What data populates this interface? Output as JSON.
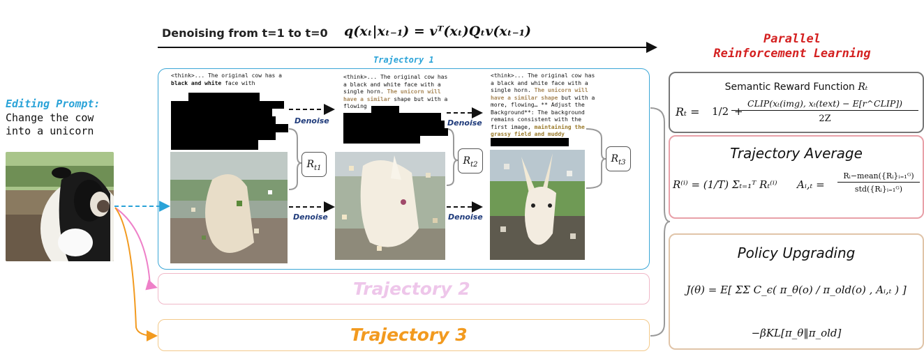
{
  "header": {
    "process_label": "Denoising from t=1 to t=0",
    "transition_formula": "q(xₜ|xₜ₋₁) = vᵀ(xₜ)Qₜv(xₜ₋₁)"
  },
  "prompt": {
    "label": "Editing Prompt:",
    "line1": "Change the cow",
    "line2": "into a unicorn"
  },
  "trajectories": {
    "t1_label": "Trajectory 1",
    "t2_label": "Trajectory 2",
    "t3_label": "Trajectory 3"
  },
  "think_steps": [
    {
      "prefix": "<think>... The original cow has a ",
      "bold": "black and white",
      "suffix": " face with"
    },
    {
      "prefix": "<think>... The original cow has a black and white face with a single horn. ",
      "gold": "The unicorn will have a similar",
      "suffix": " shape but with a",
      "tail": " flowing"
    },
    {
      "prefix": "<think>... The original cow has a black and white face with a single horn. ",
      "gold": "The unicorn will have a similar shape",
      "mid": " but with a more, flowing… ** Adjust the Background**: The background remains consistent with the first image, ",
      "olive": "maintaining the grassy field and muddy"
    }
  ],
  "arrows": {
    "denoise": "Denoise"
  },
  "rewards": [
    "R_t1",
    "R_t2",
    "R_t3"
  ],
  "reward_display": [
    {
      "base": "R",
      "sub": "t1"
    },
    {
      "base": "R",
      "sub": "t2"
    },
    {
      "base": "R",
      "sub": "t3"
    }
  ],
  "right_panel": {
    "title_line1": "Parallel",
    "title_line2": "Reinforcement Learning",
    "reward_fn": {
      "title": "Semantic Reward Function",
      "title_var": "Rₜ",
      "lhs": "Rₜ =",
      "half": "1/2",
      "numerator": "CLIP(xₜ(img), xₜ(text) − E[r^CLIP])",
      "denominator": "2Z"
    },
    "traj_avg": {
      "title": "Trajectory Average",
      "formula_left": "R⁽ⁱ⁾ = (1/T) Σₜ₌₁ᵀ Rₜ⁽ⁱ⁾",
      "adv_lhs": "Aᵢ,ₜ =",
      "adv_num": "Rᵢ−mean({Rᵢ}ᵢ₌₁ᴳ)",
      "adv_den": "std({Rᵢ}ᵢ₌₁ᴳ)"
    },
    "policy": {
      "title": "Policy Upgrading",
      "formula_main": "J(θ) = E[ ΣΣ C_ϵ( π_θ(o) / π_old(o) , Aᵢ,ₜ ) ]",
      "formula_kl": "−βKL[π_θ‖π_old]"
    }
  },
  "colors": {
    "trajectory1": "#3aa6d6",
    "trajectory2": "#eec6ea",
    "trajectory3": "#f29a1f",
    "title_red": "#d42020",
    "prompt_blue": "#2aa3d8"
  }
}
